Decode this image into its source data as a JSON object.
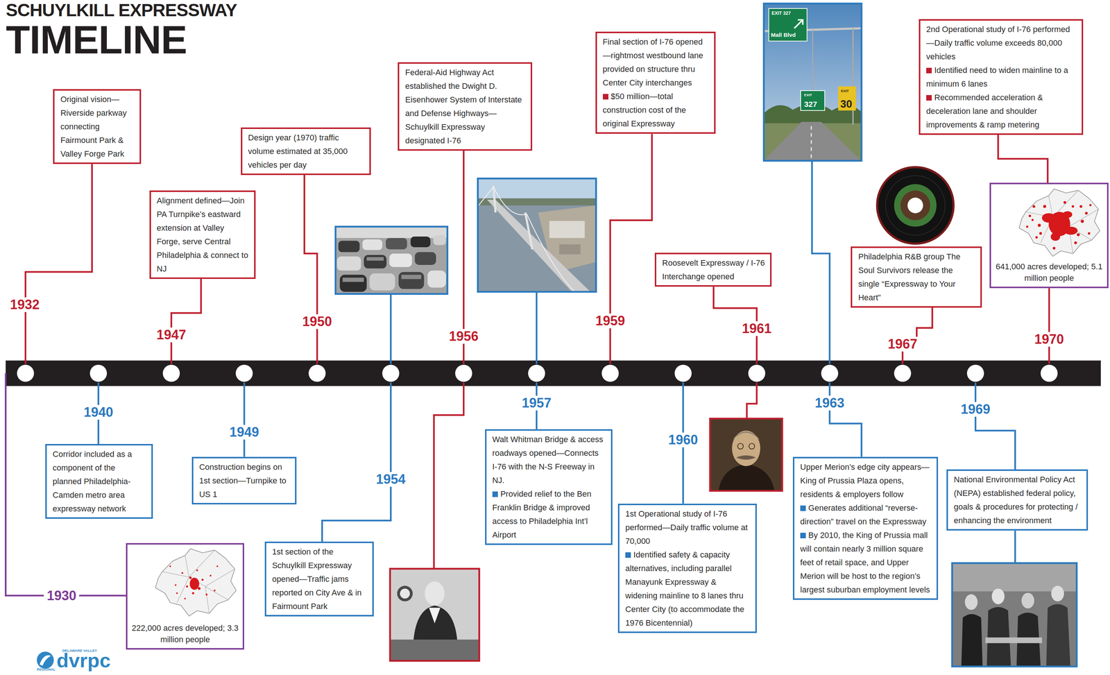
{
  "diagram": {
    "title": "SCHUYLKILL EXPRESSWAY TIMELINE",
    "nodes": [
      {
        "text": [
          "222,000 acres developed; 3.3 million people"
        ]
      },
      {
        "text": [
          "Original vision—Riverside parkway connecting Fairmount Park & Valley Forge Park"
        ]
      },
      {
        "text": [
          "Corridor included as a component of the planned Philadelphia-Camden metro area expressway network"
        ]
      },
      {
        "text": [
          "Alignment defined—Join PA Turnpike’s eastward extension at Valley Forge, serve Central Philadelphia & connect to NJ"
        ]
      },
      {
        "text": [
          "Construction begins on 1st section—Turnpike to US 1"
        ]
      },
      {
        "text": [
          "Design year (1970) traffic volume estimated at 35,000 vehicles per day"
        ]
      },
      {
        "text": [
          "1st section of the Schuylkill Expressway opened—Traffic jams reported on City Ave & in Fairmount Park"
        ]
      },
      {
        "text": [
          "Federal-Aid Highway Act established the Dwight D. Eisenhower System of Interstate and Defense Highways—Schuylkill Expressway designated I-76"
        ]
      },
      {
        "text": [
          "Walt Whitman Bridge & access roadways opened—Connects I-76 with the N-S Freeway in NJ.",
          "Provided relief to the Ben Franklin Bridge & improved access to Philadelphia Int’l Airport"
        ]
      },
      {
        "text": [
          "Final section of I-76 opened—rightmost westbound lane provided on structure thru Center City interchanges",
          "$50 million—total construction cost of the original Expressway"
        ]
      },
      {
        "text": [
          "1st Operational study of I-76 performed—Daily traffic volume at 70,000",
          "Identified safety & capacity alternatives, including parallel Manayunk Expressway & widening mainline to 8 lanes thru Center City (to accommodate the 1976 Bicentennial)"
        ]
      },
      {
        "text": [
          "Roosevelt Expressway / I-76 Interchange opened"
        ]
      },
      {
        "text": [
          "Upper Merion’s edge city appears—King of Prussia Plaza opens, residents & employers follow",
          "Generates additional “reverse-direction” travel on the Expressway",
          "By 2010, the King of Prussia mall will contain nearly 3 million square feet of retail space, and Upper Merion will be host to the region’s largest suburban employment levels"
        ]
      },
      {
        "text": [
          "Philadelphia R&B group The Soul Survivors release the single “Expressway to Your Heart”"
        ]
      },
      {
        "text": [
          "National Environmental Policy Act (NEPA) established federal policy, goals & procedures for protecting / enhancing the environment"
        ]
      },
      {
        "text": [
          "2nd Operational study of I-76 performed—Daily traffic volume exceeds 80,000 vehicles",
          "Identified need to widen mainline to a minimum 6 lanes",
          "Recommended acceleration & deceleration lane and shoulder improvements & ramp metering"
        ]
      },
      {
        "text": [
          "641,000 acres developed; 5.1 million people"
        ]
      }
    ],
    "edges": [
      {
        "from": 15,
        "to": 16,
        "arrow": "none"
      }
    ],
    "labels": [
      "1930",
      "1932",
      "1940",
      "1947",
      "1949",
      "1950",
      "1954",
      "1956",
      "1957",
      "1959",
      "1960",
      "1961",
      "1963",
      "1967",
      "1969",
      "1970",
      "EXIT 327",
      "Mall Blvd",
      "EXIT",
      "327",
      "EXIT",
      "30",
      "DELAWARE VALLEY",
      "dvrpc",
      "REGIONAL"
    ]
  }
}
